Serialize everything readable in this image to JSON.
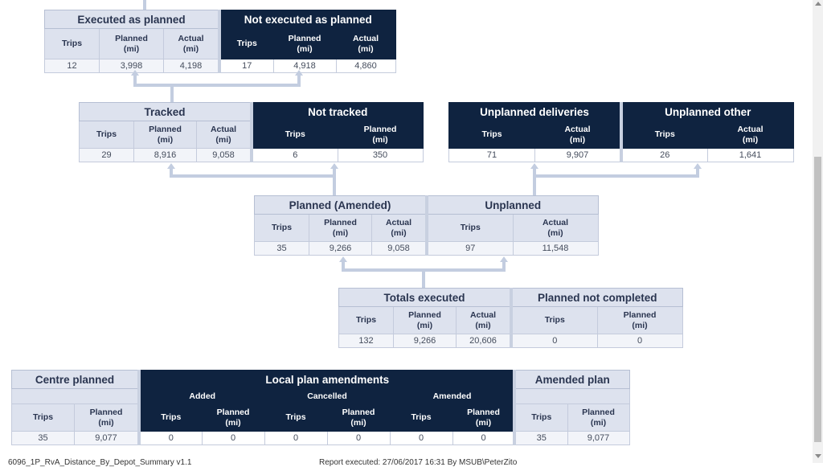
{
  "common": {
    "trips": "Trips",
    "planned": "Planned",
    "actual": "Actual",
    "unit": "(mi)"
  },
  "executed_as_planned": {
    "title": "Executed as planned",
    "trips": "12",
    "planned": "3,998",
    "actual": "4,198"
  },
  "not_executed_as_planned": {
    "title": "Not executed as planned",
    "trips": "17",
    "planned": "4,918",
    "actual": "4,860"
  },
  "tracked": {
    "title": "Tracked",
    "trips": "29",
    "planned": "8,916",
    "actual": "9,058"
  },
  "not_tracked": {
    "title": "Not tracked",
    "trips": "6",
    "planned": "350"
  },
  "unplanned_deliveries": {
    "title": "Unplanned deliveries",
    "trips": "71",
    "actual": "9,907"
  },
  "unplanned_other": {
    "title": "Unplanned other",
    "trips": "26",
    "actual": "1,641"
  },
  "planned_amended": {
    "title": "Planned (Amended)",
    "trips": "35",
    "planned": "9,266",
    "actual": "9,058"
  },
  "unplanned": {
    "title": "Unplanned",
    "trips": "97",
    "actual": "11,548"
  },
  "totals_executed": {
    "title": "Totals executed",
    "trips": "132",
    "planned": "9,266",
    "actual": "20,606"
  },
  "planned_not_completed": {
    "title": "Planned not completed",
    "trips": "0",
    "planned": "0"
  },
  "centre_planned": {
    "title": "Centre planned",
    "trips": "35",
    "planned": "9,077"
  },
  "local_plan_amendments": {
    "title": "Local plan amendments",
    "added": {
      "label": "Added",
      "trips": "0",
      "planned": "0"
    },
    "cancelled": {
      "label": "Cancelled",
      "trips": "0",
      "planned": "0"
    },
    "amended": {
      "label": "Amended",
      "trips": "0",
      "planned": "0"
    }
  },
  "amended_plan": {
    "title": "Amended plan",
    "trips": "35",
    "planned": "9,077"
  },
  "footer": {
    "left": "6096_1P_RvA_Distance_By_Depot_Summary v1.1",
    "right": "Report executed: 27/06/2017 16:31 By MSUB\\PeterZito"
  }
}
